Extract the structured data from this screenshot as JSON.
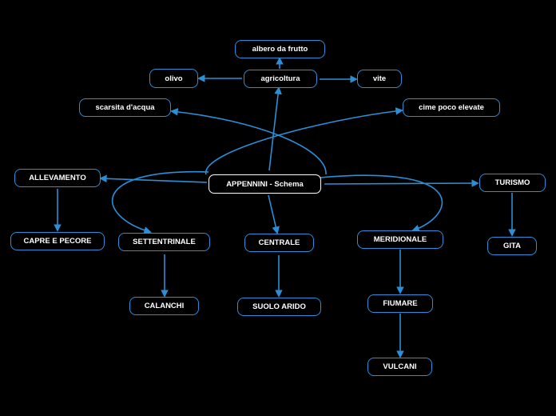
{
  "mindmap": {
    "root": "APPENNINI - Schema",
    "nodes": {
      "agricoltura": "agricoltura",
      "albero": "albero da frutto",
      "olivo": "olivo",
      "vite": "vite",
      "scarsita": "scarsita d'acqua",
      "cime": "cime poco elevate",
      "allevamento": "ALLEVAMENTO",
      "capre": "CAPRE E PECORE",
      "settentrinale": "SETTENTRINALE",
      "calanchi": "CALANCHI",
      "centrale": "CENTRALE",
      "suolo": "SUOLO ARIDO",
      "meridionale": "MERIDIONALE",
      "fiumare": "FIUMARE",
      "vulcani": "VULCANI",
      "turismo": "TURISMO",
      "gita": "GITA"
    }
  },
  "colors": {
    "background": "#000000",
    "line": "#2a8fd6",
    "root_border": "#ffffff",
    "text": "#ffffff"
  }
}
